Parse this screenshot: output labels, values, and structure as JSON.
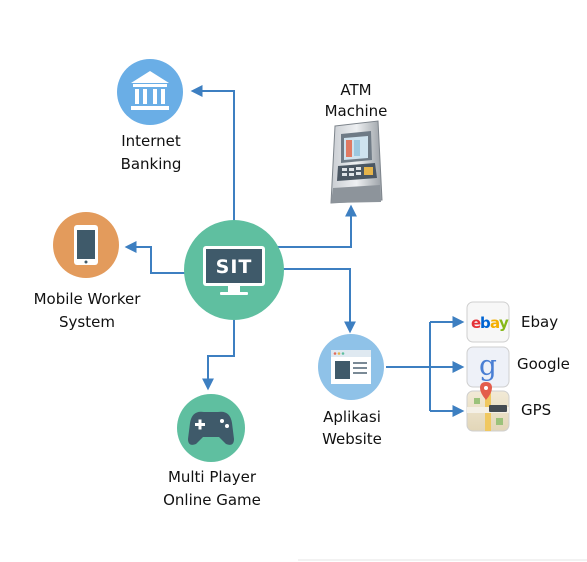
{
  "center": {
    "label": "SIT"
  },
  "nodes": {
    "internet_banking": {
      "line1": "Internet",
      "line2": "Banking"
    },
    "atm": {
      "line1": "ATM",
      "line2": "Machine"
    },
    "mobile_worker": {
      "line1": "Mobile Worker",
      "line2": "System"
    },
    "multiplayer": {
      "line1": "Multi Player",
      "line2": "Online Game"
    },
    "aplikasi": {
      "line1": "Aplikasi",
      "line2": "Website"
    }
  },
  "services": [
    {
      "label": "Ebay",
      "logo": "ebay"
    },
    {
      "label": "Google",
      "logo": "g"
    },
    {
      "label": "GPS",
      "logo": "map"
    }
  ],
  "colors": {
    "connector": "#3d7fc1",
    "center_circle": "#5fbfa0",
    "bank_circle": "#6aaee6",
    "mobile_circle": "#e39b5c",
    "game_circle": "#5fbfa0",
    "web_circle": "#8fc2e8"
  }
}
